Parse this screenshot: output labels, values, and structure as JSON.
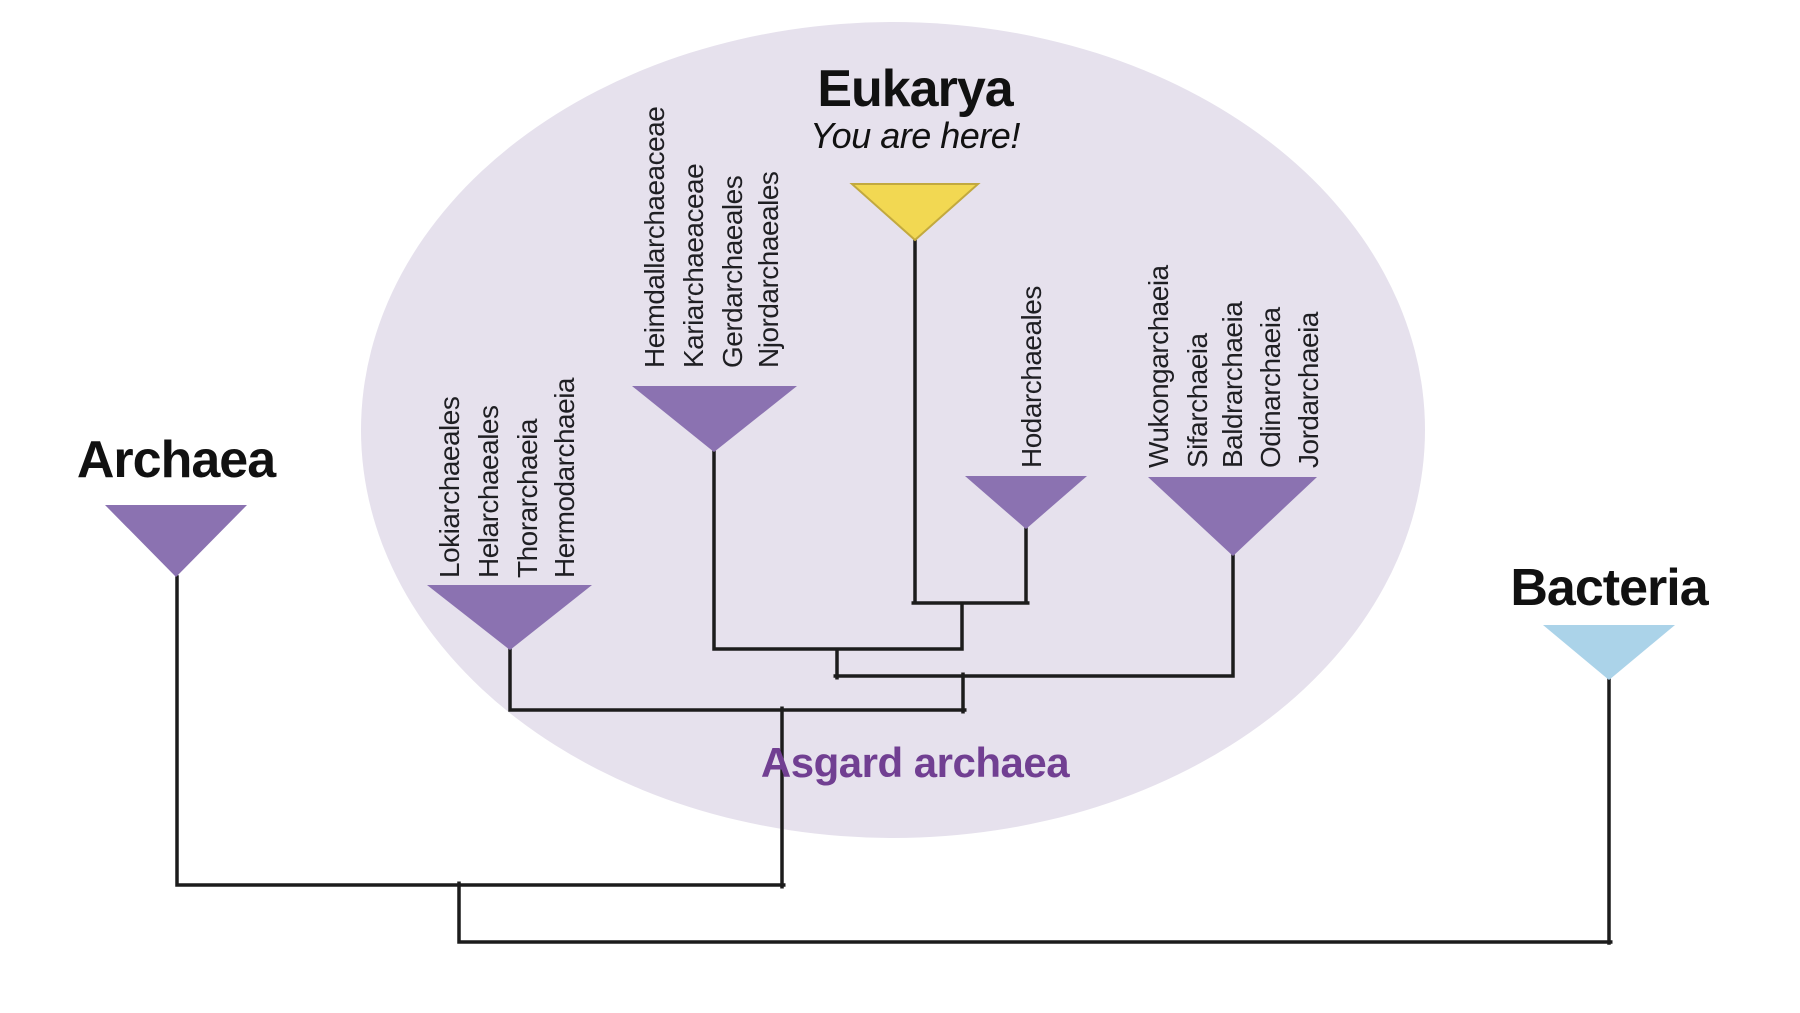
{
  "diagram": {
    "eukarya": {
      "title": "Eukarya",
      "subtitle": "You are here!"
    },
    "archaea": {
      "title": "Archaea"
    },
    "bacteria": {
      "title": "Bacteria"
    },
    "asgard": {
      "label": "Asgard archaea"
    },
    "clades": {
      "loki": [
        "Lokiarchaeales",
        "Helarchaeales",
        "Thorarchaeia",
        "Hermodarchaeia"
      ],
      "heimdall": [
        "Heimdallarchaeaceae",
        "Kariarchaeaceae",
        "Gerdarchaeales",
        "Njordarchaeales"
      ],
      "hodar": [
        "Hodarchaeales"
      ],
      "wukong": [
        "Wukongarchaeia",
        "Sifarchaeia",
        "Baldrarchaeia",
        "Odinarchaeia",
        "Jordarchaeia"
      ]
    }
  },
  "colors": {
    "background": "#FFFFFF",
    "asgard_ellipse": "#E6E1ED",
    "archaea_clade": "#8B72B1",
    "eukarya_clade": "#F2D852",
    "eukarya_clade_outline": "#C2A93F",
    "bacteria_clade": "#ABD3E9",
    "branch_line": "#1C1C1C",
    "title_text": "#111111",
    "label_text": "#1F1F23",
    "asgard_text": "#713F92"
  }
}
